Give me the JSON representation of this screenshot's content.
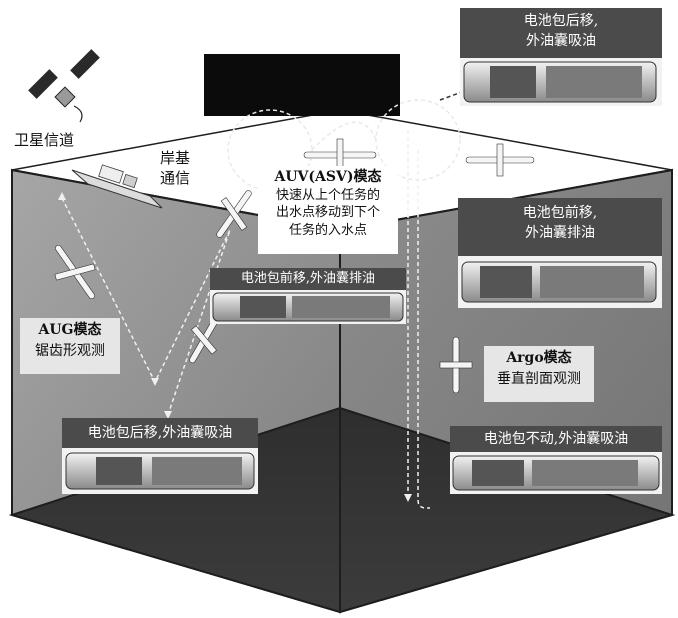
{
  "labels": {
    "satellite": "卫星信道",
    "shore_line1": "岸基",
    "shore_line2": "通信",
    "auv_title": "AUV(ASV)模态",
    "auv_desc_line1": "快速从上个任务的",
    "auv_desc_line2": "出水点移动到下个",
    "auv_desc_line3": "任务的入水点",
    "aug_title": "AUG模态",
    "aug_desc": "锯齿形观测",
    "argo_title": "Argo模态",
    "argo_desc": "垂直剖面观测",
    "top_right_line1": "电池包后移,",
    "top_right_line2": "外油囊吸油",
    "right_mid_line1": "电池包前移,",
    "right_mid_line2": "外油囊排油",
    "center_caption": "电池包前移,外油囊排油",
    "bottom_left_caption": "电池包后移,外油囊吸油",
    "bottom_right_caption": "电池包不动,外油囊吸油"
  }
}
